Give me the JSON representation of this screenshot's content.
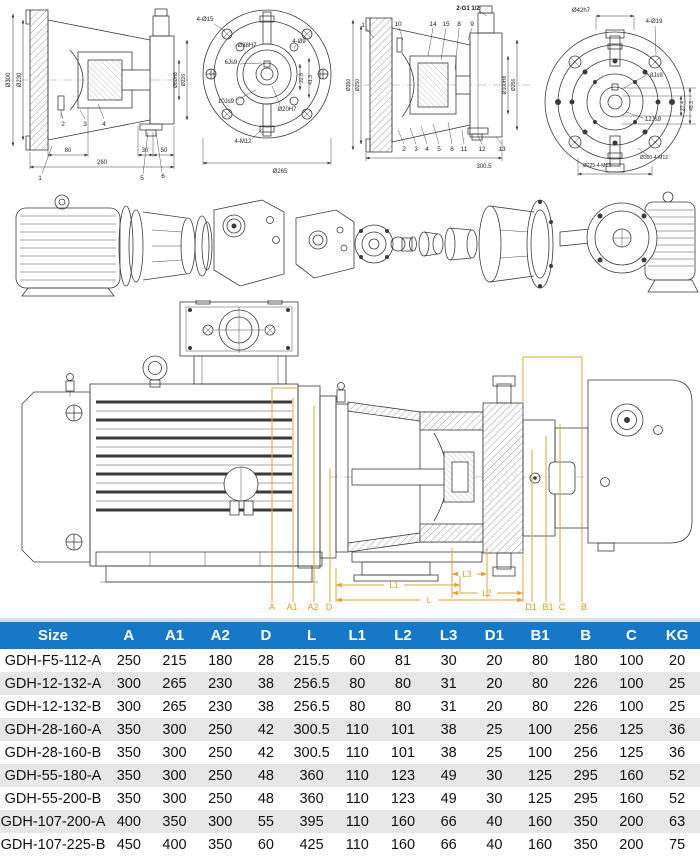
{
  "colors": {
    "header_blue": "#1778c8",
    "row_alt": "#e7e7e7",
    "dimension_orange": "#dfa335",
    "drawing_line": "#3a3a3a"
  },
  "drawings": {
    "view_section_a": {
      "dims": {
        "outer": "Ø300",
        "flange": "Ø230",
        "spigot": "Ø80H8",
        "body": "Ø226",
        "w1": "80",
        "w2": "260",
        "w3": "30",
        "w4": "50"
      },
      "parts": [
        "1",
        "2",
        "3",
        "4",
        "5",
        "6"
      ]
    },
    "view_flange_a": {
      "labels": {
        "holes": "4-Ø15",
        "bore": "Ø38H7",
        "holes2": "4-Ø9",
        "key1": "6Js9",
        "key2": "10Js9",
        "bore2": "Ø20H7",
        "tapped": "4-M12",
        "od": "Ø265",
        "kd1": "22.8",
        "kd2": "41.3"
      }
    },
    "view_section_b": {
      "port": "2-G1 1/2",
      "dims": {
        "outer": "Ø350",
        "flange": "Ø250",
        "spigot": "Ø100H8",
        "body": "Ø256",
        "length": "300.5"
      },
      "parts_top": [
        "1",
        "10",
        "14",
        "15",
        "8",
        "9"
      ],
      "parts_bottom": [
        "2",
        "3",
        "4",
        "5",
        "6",
        "11",
        "12",
        "13"
      ]
    },
    "view_flange_b": {
      "labels": {
        "hub": "Ø42h7",
        "holes": "4-Ø19",
        "key1": "8Js9",
        "key2": "12Js9",
        "kd1": "27.4",
        "kd2": "45.3",
        "bc1": "Ø225-4-M12",
        "bc2": "Ø300-4-M12"
      }
    },
    "assembly": {
      "dims": {
        "A": "A",
        "A1": "A1",
        "A2": "A2",
        "D": "D",
        "L1": "L1",
        "L": "L",
        "L3": "L3",
        "L2": "L2",
        "D1": "D1",
        "B1": "B1",
        "C": "C",
        "B": "B"
      }
    }
  },
  "table": {
    "columns": [
      "Size",
      "A",
      "A1",
      "A2",
      "D",
      "L",
      "L1",
      "L2",
      "L3",
      "D1",
      "B1",
      "B",
      "C",
      "KG"
    ],
    "rows": [
      [
        "GDH-F5-112-A",
        "250",
        "215",
        "180",
        "28",
        "215.5",
        "60",
        "81",
        "30",
        "20",
        "80",
        "180",
        "100",
        "20"
      ],
      [
        "GDH-12-132-A",
        "300",
        "265",
        "230",
        "38",
        "256.5",
        "80",
        "80",
        "31",
        "20",
        "80",
        "226",
        "100",
        "25"
      ],
      [
        "GDH-12-132-B",
        "300",
        "265",
        "230",
        "38",
        "256.5",
        "80",
        "80",
        "31",
        "20",
        "80",
        "226",
        "100",
        "25"
      ],
      [
        "GDH-28-160-A",
        "350",
        "300",
        "250",
        "42",
        "300.5",
        "110",
        "101",
        "38",
        "25",
        "100",
        "256",
        "125",
        "36"
      ],
      [
        "GDH-28-160-B",
        "350",
        "300",
        "250",
        "42",
        "300.5",
        "110",
        "101",
        "38",
        "25",
        "100",
        "256",
        "125",
        "36"
      ],
      [
        "GDH-55-180-A",
        "350",
        "300",
        "250",
        "48",
        "360",
        "110",
        "123",
        "49",
        "30",
        "125",
        "295",
        "160",
        "52"
      ],
      [
        "GDH-55-200-B",
        "350",
        "300",
        "250",
        "48",
        "360",
        "110",
        "123",
        "49",
        "30",
        "125",
        "295",
        "160",
        "52"
      ],
      [
        "GDH-107-200-A",
        "400",
        "350",
        "300",
        "55",
        "395",
        "110",
        "160",
        "66",
        "40",
        "160",
        "350",
        "200",
        "63"
      ],
      [
        "GDH-107-225-B",
        "450",
        "400",
        "350",
        "60",
        "425",
        "110",
        "160",
        "66",
        "40",
        "160",
        "350",
        "200",
        "75"
      ]
    ]
  }
}
